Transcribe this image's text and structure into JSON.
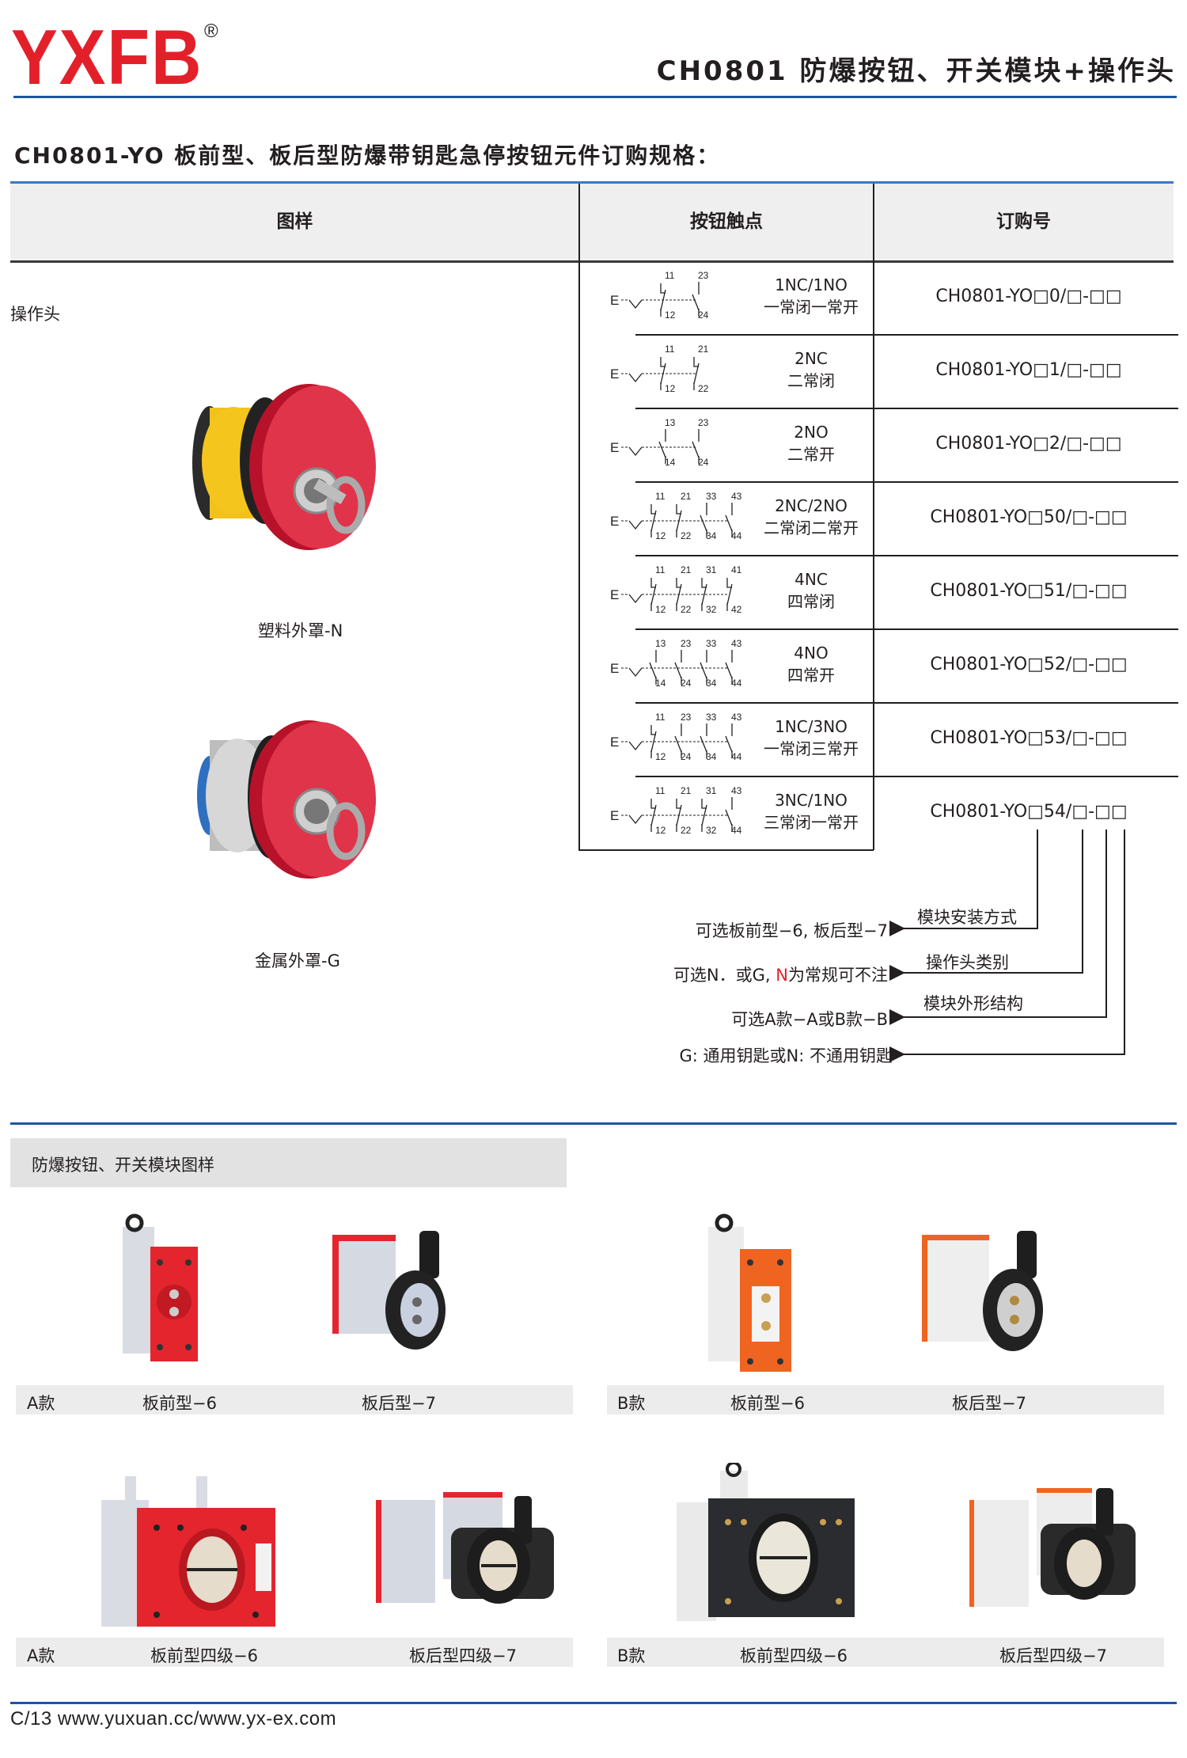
{
  "header": {
    "logo": "YXFB",
    "registered": "®",
    "title": "CH0801 防爆按钮、开关模块+操作头"
  },
  "subtitle": "CH0801-YO 板前型、板后型防爆带钥匙急停按钮元件订购规格：",
  "table": {
    "headers": [
      "图样",
      "按钮触点",
      "订购号"
    ],
    "side_label": "操作头",
    "images": [
      {
        "caption": "塑料外罩-N"
      },
      {
        "caption": "金属外罩-G"
      }
    ],
    "rows": [
      {
        "desc_en": "1NC/1NO",
        "desc_cn": "一常闭一常开",
        "code": "CH0801-YO□0/□-□□",
        "prefix": "E",
        "contacts": [
          {
            "top": "11",
            "bottom": "12",
            "type": "NC"
          },
          {
            "top": "23",
            "bottom": "24",
            "type": "NO"
          }
        ]
      },
      {
        "desc_en": "2NC",
        "desc_cn": "二常闭",
        "code": "CH0801-YO□1/□-□□",
        "prefix": "E",
        "contacts": [
          {
            "top": "11",
            "bottom": "12",
            "type": "NC"
          },
          {
            "top": "21",
            "bottom": "22",
            "type": "NC"
          }
        ]
      },
      {
        "desc_en": "2NO",
        "desc_cn": "二常开",
        "code": "CH0801-YO□2/□-□□",
        "prefix": "E",
        "contacts": [
          {
            "top": "13",
            "bottom": "14",
            "type": "NO"
          },
          {
            "top": "23",
            "bottom": "24",
            "type": "NO"
          }
        ]
      },
      {
        "desc_en": "2NC/2NO",
        "desc_cn": "二常闭二常开",
        "code": "CH0801-YO□50/□-□□",
        "prefix": "E",
        "contacts": [
          {
            "top": "11",
            "bottom": "12",
            "type": "NC"
          },
          {
            "top": "21",
            "bottom": "22",
            "type": "NC"
          },
          {
            "top": "33",
            "bottom": "34",
            "type": "NO"
          },
          {
            "top": "43",
            "bottom": "44",
            "type": "NO"
          }
        ]
      },
      {
        "desc_en": "4NC",
        "desc_cn": "四常闭",
        "code": "CH0801-YO□51/□-□□",
        "prefix": "E",
        "contacts": [
          {
            "top": "11",
            "bottom": "12",
            "type": "NC"
          },
          {
            "top": "21",
            "bottom": "22",
            "type": "NC"
          },
          {
            "top": "31",
            "bottom": "32",
            "type": "NC"
          },
          {
            "top": "41",
            "bottom": "42",
            "type": "NC"
          }
        ]
      },
      {
        "desc_en": "4NO",
        "desc_cn": "四常开",
        "code": "CH0801-YO□52/□-□□",
        "prefix": "E",
        "contacts": [
          {
            "top": "13",
            "bottom": "14",
            "type": "NO"
          },
          {
            "top": "23",
            "bottom": "24",
            "type": "NO"
          },
          {
            "top": "33",
            "bottom": "34",
            "type": "NO"
          },
          {
            "top": "43",
            "bottom": "44",
            "type": "NO"
          }
        ]
      },
      {
        "desc_en": "1NC/3NO",
        "desc_cn": "一常闭三常开",
        "code": "CH0801-YO□53/□-□□",
        "prefix": "E",
        "contacts": [
          {
            "top": "11",
            "bottom": "12",
            "type": "NC"
          },
          {
            "top": "23",
            "bottom": "24",
            "type": "NO"
          },
          {
            "top": "33",
            "bottom": "34",
            "type": "NO"
          },
          {
            "top": "43",
            "bottom": "44",
            "type": "NO"
          }
        ]
      },
      {
        "desc_en": "3NC/1NO",
        "desc_cn": "三常闭一常开",
        "code": "CH0801-YO□54/□-□□",
        "prefix": "E",
        "contacts": [
          {
            "top": "11",
            "bottom": "12",
            "type": "NC"
          },
          {
            "top": "21",
            "bottom": "22",
            "type": "NC"
          },
          {
            "top": "31",
            "bottom": "32",
            "type": "NC"
          },
          {
            "top": "43",
            "bottom": "44",
            "type": "NO"
          }
        ]
      }
    ]
  },
  "annotations": [
    {
      "label": "模块安装方式",
      "option": "可选板前型−6,  板后型−7"
    },
    {
      "label": "操作头类别",
      "option_before": "可选N．或G, ",
      "option_red": "N",
      "option_after": "为常规可不注"
    },
    {
      "label": "模块外形结构",
      "option": "可选A款−A或B款−B"
    },
    {
      "label": "",
      "option": "G: 通用钥匙或N: 不通用钥匙"
    }
  ],
  "modules": {
    "title": "防爆按钮、开关模块图样",
    "bars": [
      {
        "series": "A款",
        "items": [
          "板前型−6",
          "板后型−7"
        ]
      },
      {
        "series": "B款",
        "items": [
          "板前型−6",
          "板后型−7"
        ]
      },
      {
        "series": "A款",
        "items": [
          "板前型四级−6",
          "板后型四级−7"
        ]
      },
      {
        "series": "B款",
        "items": [
          "板前型四级−6",
          "板后型四级−7"
        ]
      }
    ]
  },
  "footer": "C/13  www.yuxuan.cc/www.yx-ex.com",
  "colors": {
    "brand_red": "#e3202a",
    "rule_blue": "#1d55a5",
    "header_gray": "#efefef"
  }
}
